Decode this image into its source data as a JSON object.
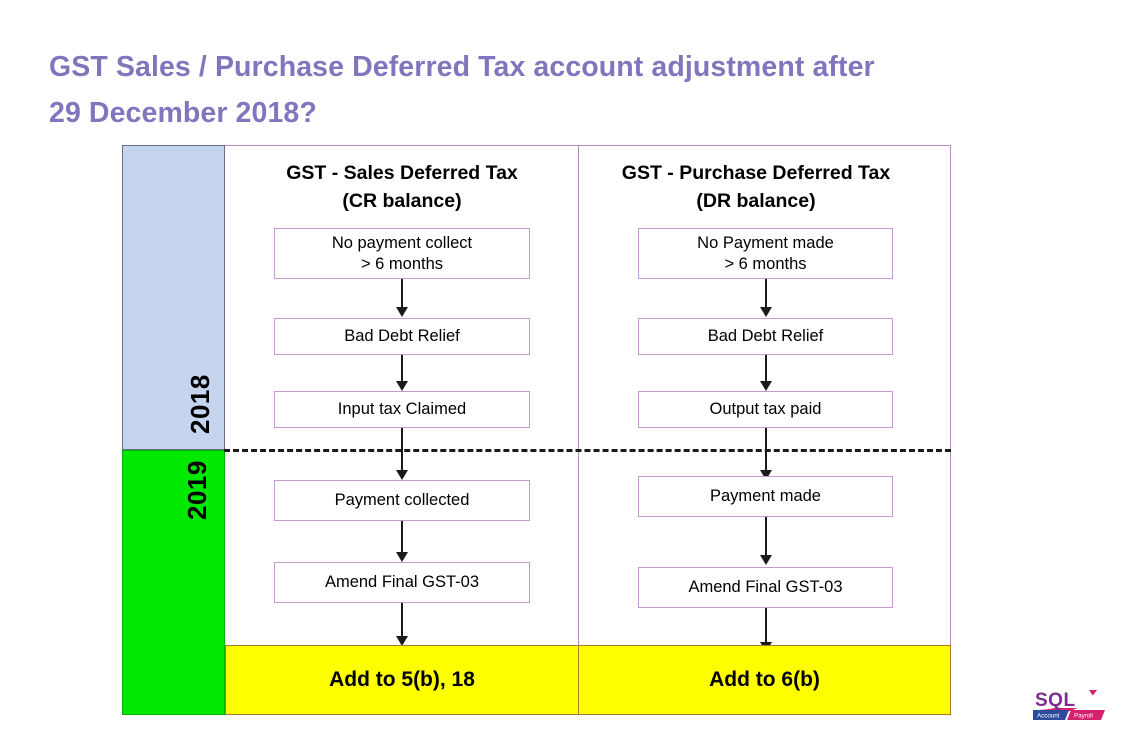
{
  "slide": {
    "title": "GST Sales / Purchase Deferred Tax account adjustment after\n29 December 2018?",
    "title_color": "#8176BD",
    "background": "#ffffff"
  },
  "timeline": {
    "years": [
      {
        "label": "2018",
        "color": "#C5D4EF"
      },
      {
        "label": "2019",
        "color": "#00E800"
      }
    ],
    "separator": "dashed-line"
  },
  "columns": [
    {
      "id": "sales",
      "header": "GST - Sales Deferred Tax\n(CR balance)",
      "steps_2018": [
        "No payment collect\n> 6 months",
        "Bad Debt Relief",
        "Input tax Claimed"
      ],
      "steps_2019": [
        "Payment collected",
        "Amend Final GST-03"
      ],
      "result": "Add to 5(b), 18"
    },
    {
      "id": "purchase",
      "header": "GST - Purchase Deferred Tax\n(DR balance)",
      "steps_2018": [
        "No Payment made\n> 6 months",
        "Bad Debt Relief",
        "Output tax paid"
      ],
      "steps_2019": [
        "Payment made",
        "Amend Final GST-03"
      ],
      "result": "Add to 6(b)"
    }
  ],
  "logo": {
    "brand": "SQL",
    "left_banner": "Account",
    "right_banner": "Payroll",
    "brand_color": "#7B2D8E",
    "left_banner_color": "#2C4B9B",
    "right_banner_color": "#D6216E"
  },
  "palette": {
    "box_border": "#C49BCE",
    "table_border": "#B98BC0",
    "arrow": "#1a1a1a",
    "result_fill": "#FFFF00"
  }
}
